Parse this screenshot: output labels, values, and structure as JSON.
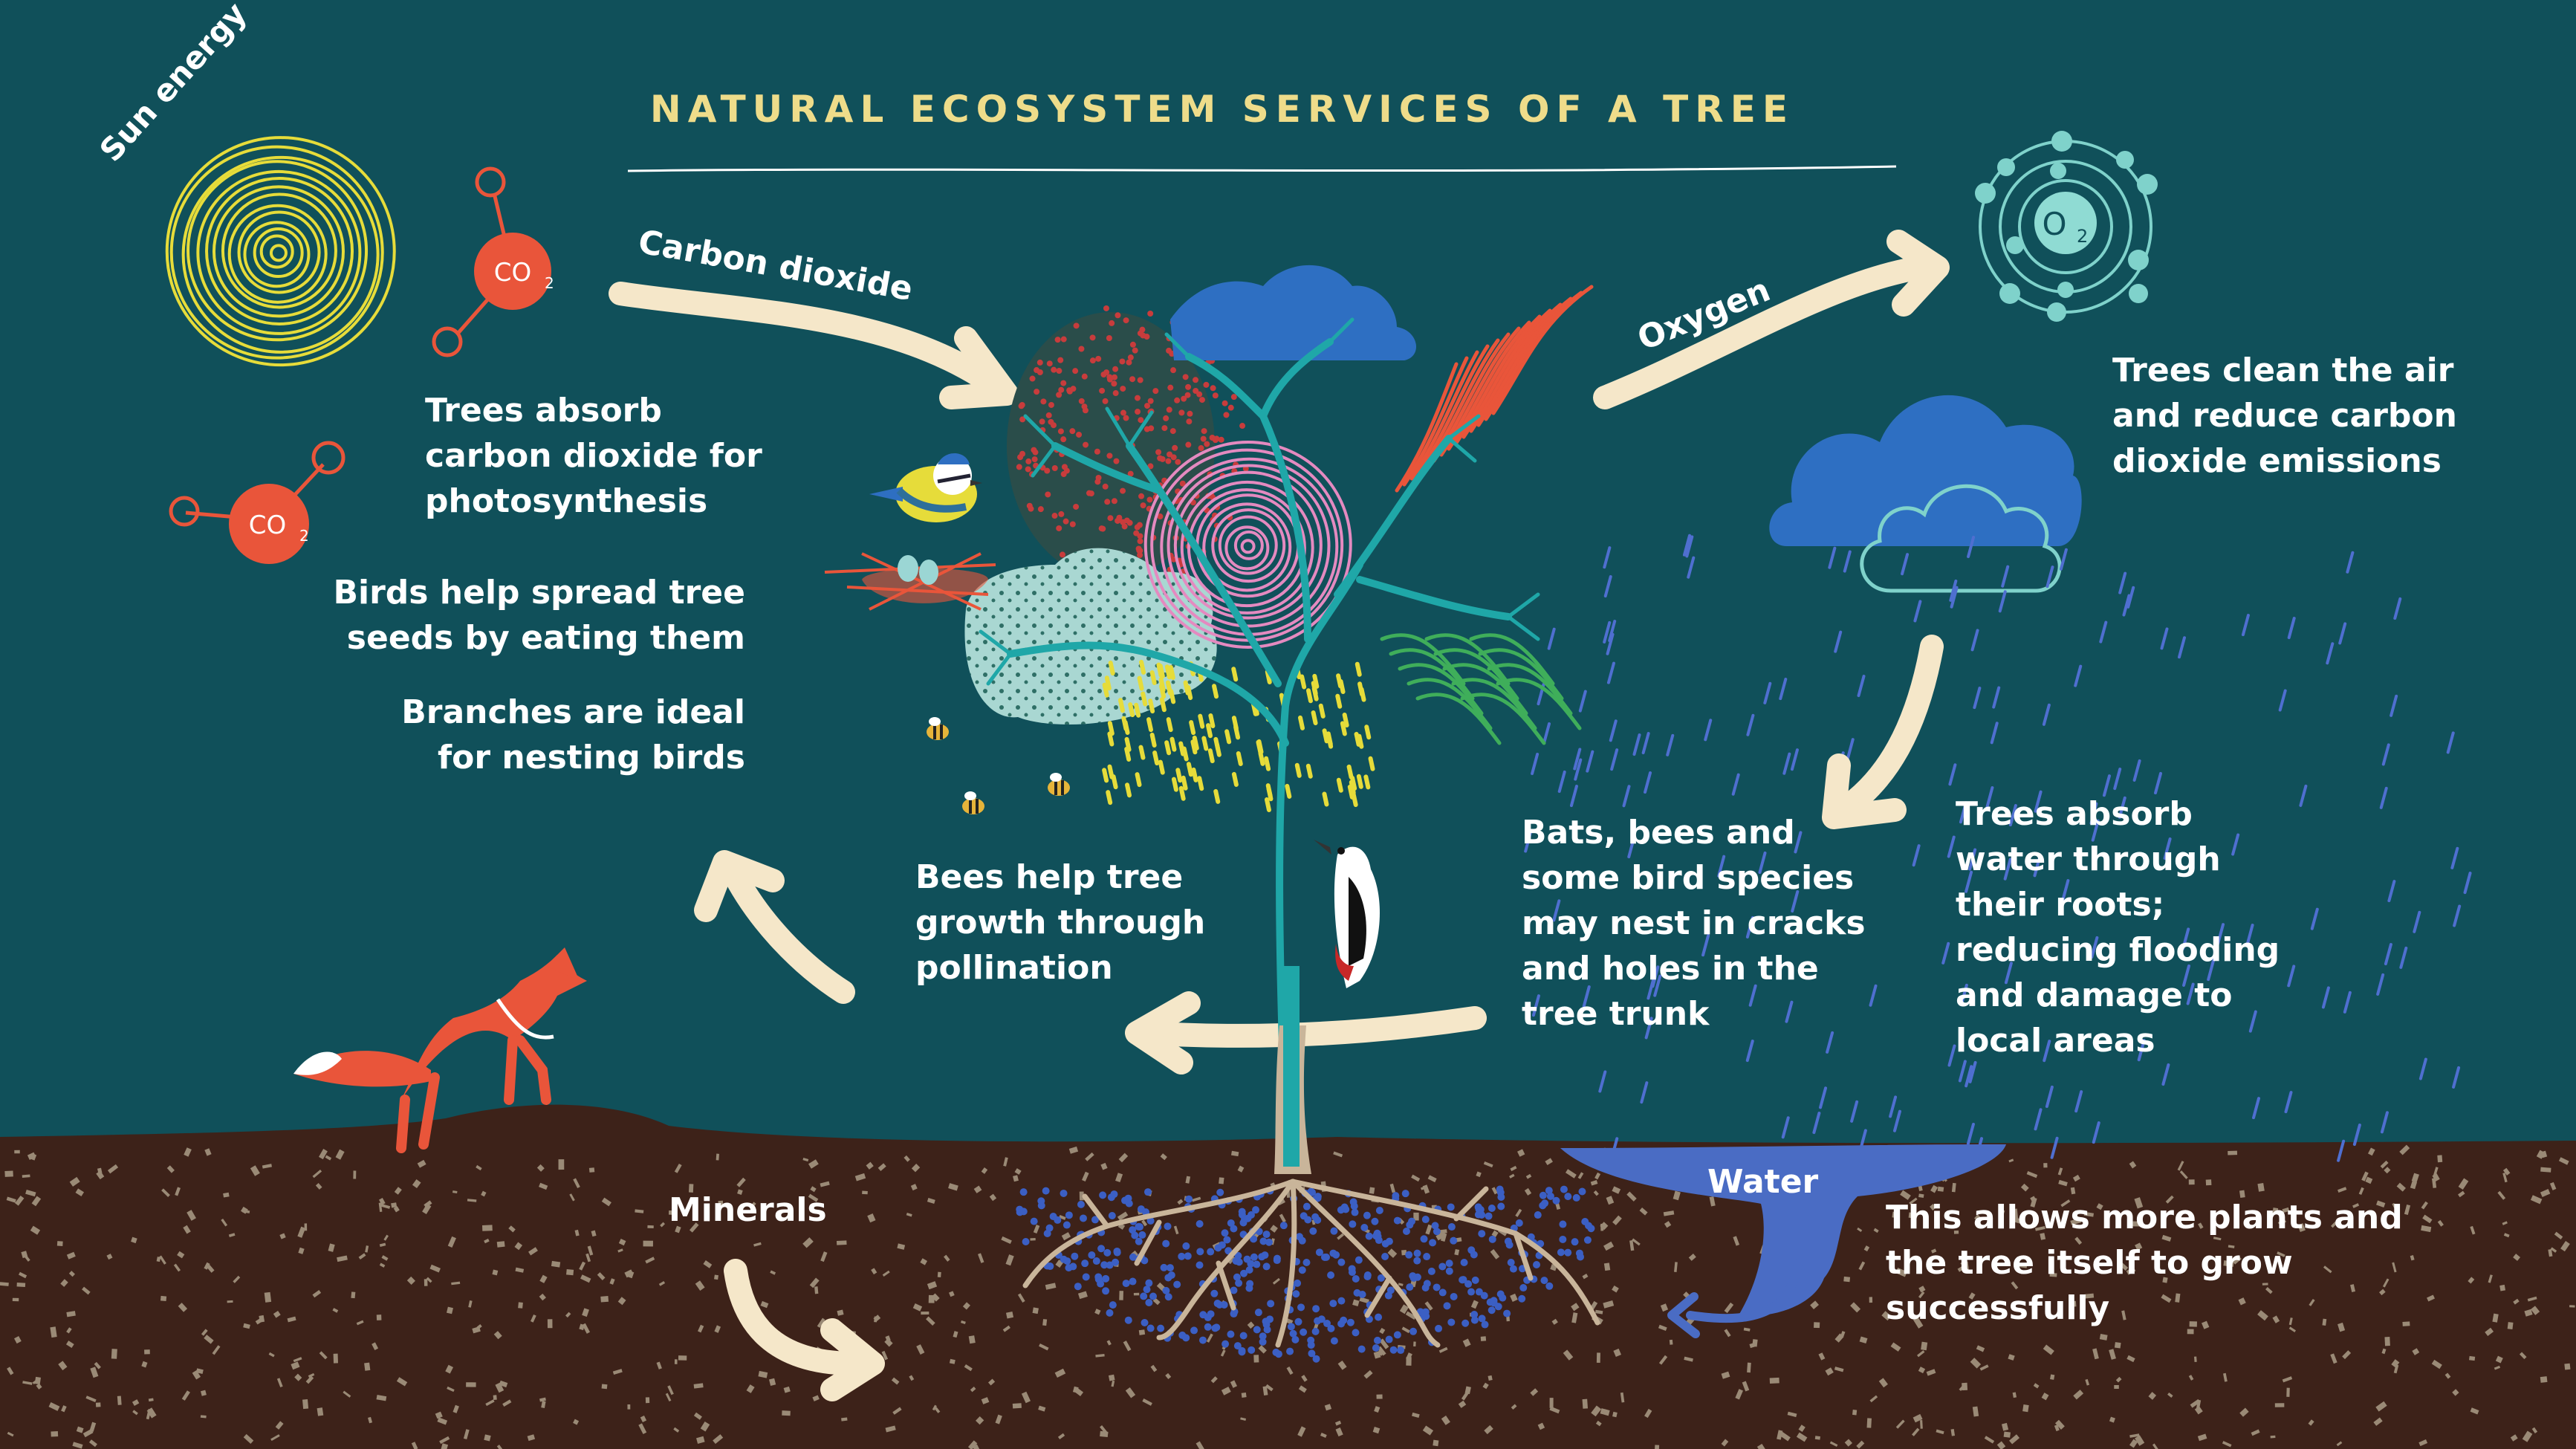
{
  "title": "NATURAL ECOSYSTEM SERVICES OF A TREE",
  "labels": {
    "sun_energy": "Sun energy",
    "co2": "CO",
    "co2_sub": "2",
    "o2": "O",
    "o2_sub": "2",
    "carbon_dioxide": "Carbon dioxide",
    "oxygen": "Oxygen",
    "water": "Water",
    "minerals": "Minerals"
  },
  "descriptions": {
    "absorb_co2": [
      "Trees absorb",
      "carbon dioxide for",
      "photosynthesis"
    ],
    "birds_seeds": [
      "Birds help spread tree",
      "seeds by eating them"
    ],
    "branches": [
      "Branches are ideal",
      "for nesting birds"
    ],
    "bees": [
      "Bees help tree",
      "growth through",
      "pollination"
    ],
    "bats": [
      "Bats, bees and",
      "some bird species",
      "may nest in cracks",
      "and holes in the",
      "tree trunk"
    ],
    "clean_air": [
      "Trees clean the air",
      "and reduce carbon",
      "dioxide emissions"
    ],
    "absorb_water": [
      "Trees absorb",
      "water through",
      "their roots;",
      "reducing flooding",
      "and damage to",
      "local areas"
    ],
    "plants_grow": [
      "This allows more plants and",
      "the tree itself to grow",
      "successfully"
    ]
  },
  "colors": {
    "background": "#10505a",
    "soil": "#3d2219",
    "title": "#eedc8a",
    "arrow": "#f5e7c9",
    "co2": "#e9553a",
    "sun": "#e6dc3a",
    "water": "#4a6cc4",
    "cloud": "#2e6fc2",
    "trunk": "#1fa7a8",
    "text": "#ffffff"
  },
  "icons": [
    "sun-icon",
    "co2-molecule-icon",
    "o2-atom-icon",
    "cloud-icon",
    "rain-icon",
    "tree-icon",
    "bird-icon",
    "nest-icon",
    "bee-icon",
    "woodpecker-icon",
    "fox-icon",
    "roots-icon"
  ]
}
